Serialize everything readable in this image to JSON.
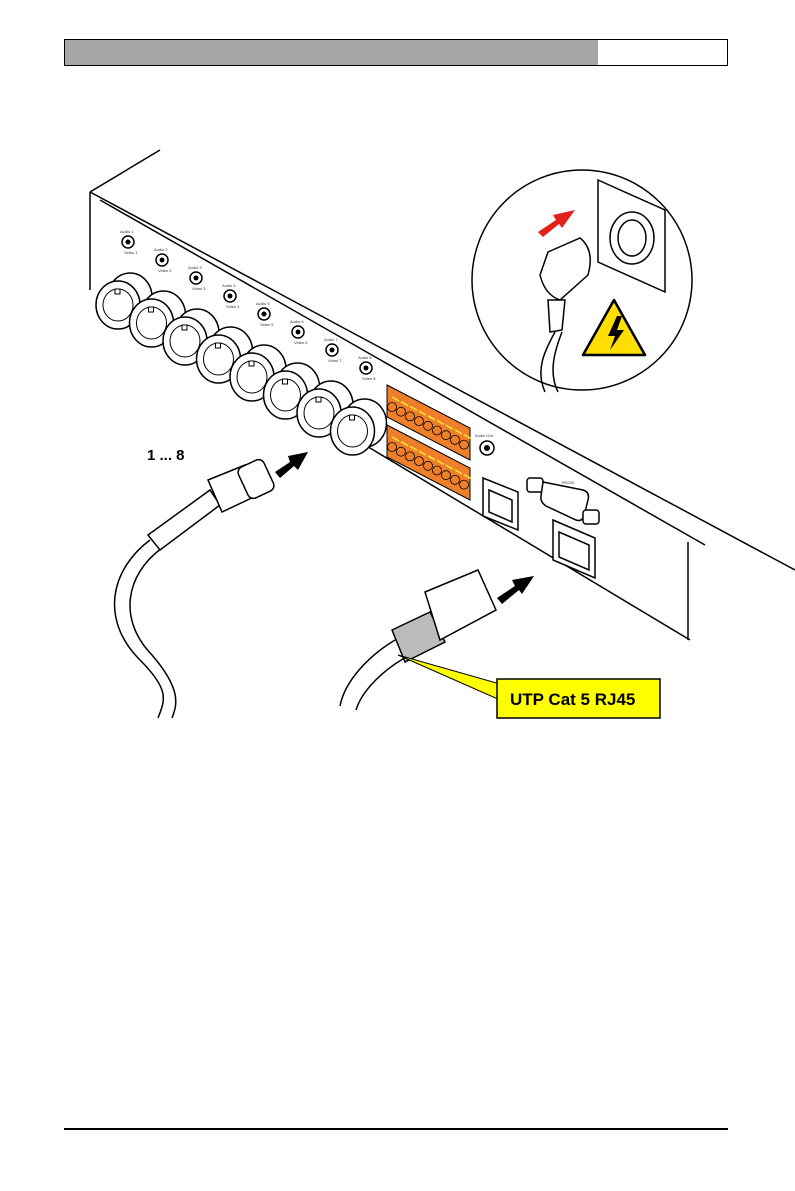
{
  "header": {
    "band_color": "#a6a6a6"
  },
  "figure": {
    "bnc_range_label": "1 ... 8",
    "callout_label": "UTP Cat 5  RJ45",
    "callout_color": "#ffff00",
    "terminal_color": "#f07f2a",
    "unplug_arrow_color": "#e32119",
    "warning_color": "#ffde00",
    "port_labels": {
      "audio": [
        "Audio 1",
        "Audio 2",
        "Audio 3",
        "Audio 4",
        "Audio 5",
        "Audio 6",
        "Audio 7",
        "Audio 8"
      ],
      "video": [
        "Video 1",
        "Video 2",
        "Video 3",
        "Video 4",
        "Video 5",
        "Video 6",
        "Video 7",
        "Video 8"
      ],
      "audio_out": "Audio Out",
      "serial": "RS232"
    }
  }
}
